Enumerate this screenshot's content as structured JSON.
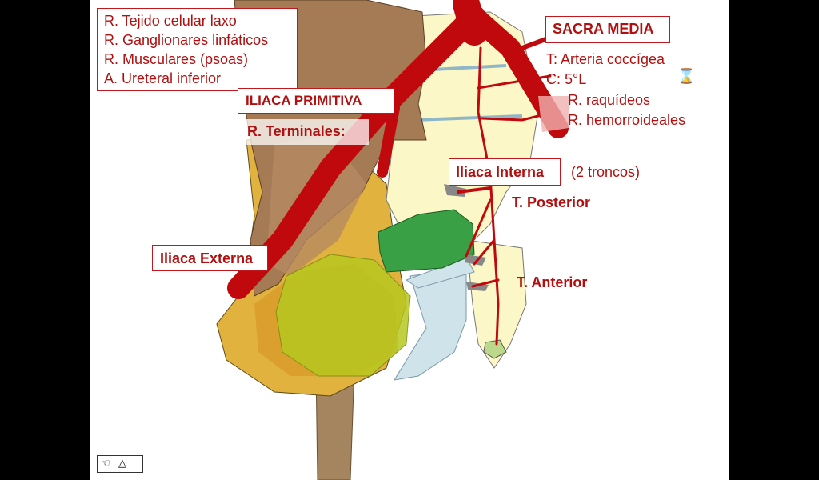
{
  "labels": {
    "branches_box": [
      "R. Tejido celular laxo",
      "R. Ganglionares linfáticos",
      "R. Musculares (psoas)",
      "A. Ureteral inferior"
    ],
    "sacra_media": "SACRA MEDIA",
    "sacra_terminal": "T: Arteria coccígea",
    "sacra_collateral": "C: 5°L",
    "raquideos": "R. raquídeos",
    "hemorroideales": "R. hemorroideales",
    "iliaca_primitiva": "ILIACA  PRIMITIVA",
    "terminales": "R. Terminales:",
    "iliaca_interna": "Iliaca Interna",
    "dos_troncos": "(2 troncos)",
    "t_posterior": "T. Posterior",
    "t_anterior": "T. Anterior",
    "iliaca_externa": "Iliaca Externa"
  },
  "icons": {
    "hourglass": "hourglass-icon",
    "nav": "slide-navigation-icon"
  },
  "colors": {
    "artery": "#c0090d",
    "label_text": "#b01010",
    "box_border": "#c0181c"
  }
}
